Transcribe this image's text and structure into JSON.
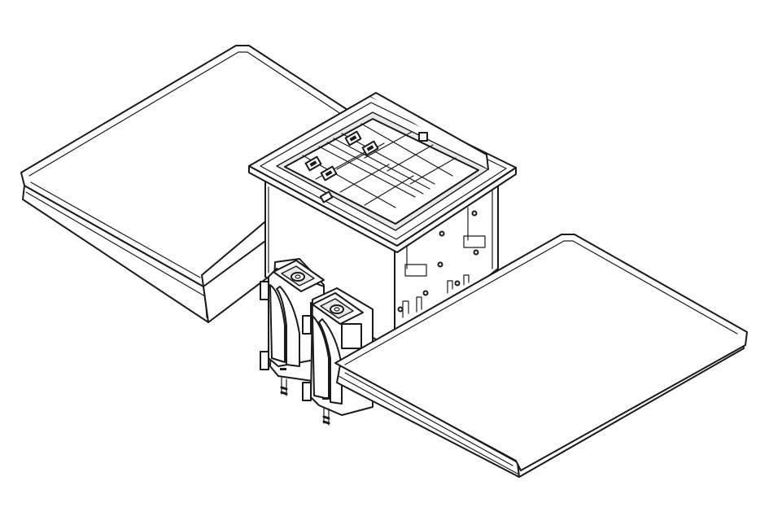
{
  "drawing": {
    "stroke_color": "#1a1a1a",
    "fill_color": "#ffffff",
    "components": [
      {
        "id": "left-cover-panel",
        "kind": "panel"
      },
      {
        "id": "right-cover-panel",
        "kind": "panel"
      },
      {
        "id": "floor-box",
        "kind": "housing"
      },
      {
        "id": "socket-module-front",
        "kind": "module"
      },
      {
        "id": "socket-module-rear",
        "kind": "module"
      }
    ],
    "data_ports": 4,
    "blank_inserts": 6
  }
}
